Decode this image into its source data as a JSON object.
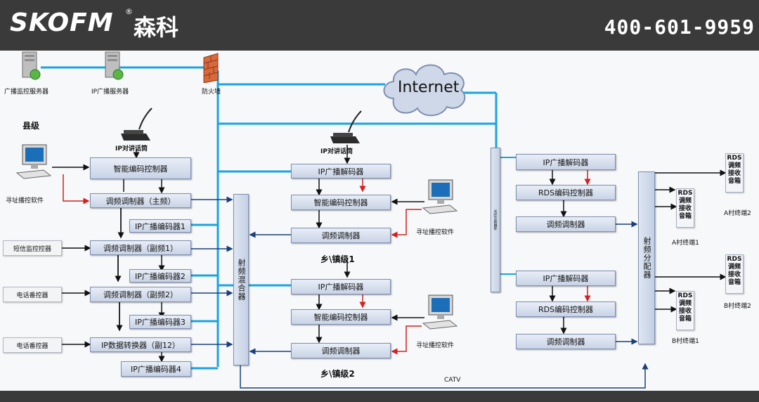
{
  "header": {
    "brand": "SKOFM",
    "brand_cn": "森科",
    "reg_mark": "®",
    "phone": "400-601-9959"
  },
  "labels": {
    "monitor_server": "广播监控服务器",
    "ip_server": "IP广播服务器",
    "firewall": "防火墙",
    "internet": "Internet",
    "county": "县级",
    "mic_1": "IP对讲话筒",
    "mic_2": "IP对讲话筒",
    "software_county": "寻址播控软件",
    "software_town1": "寻址播控软件",
    "software_town2": "寻址播控软件",
    "town1": "乡\\镇级1",
    "town2": "乡\\镇级2",
    "catv": "CATV",
    "terminal_a1": "A村终端1",
    "terminal_a2": "A村终端2",
    "terminal_b1": "B村终端1",
    "terminal_b2": "B村终端2"
  },
  "county_boxes": {
    "smart_encoder": "智能编码控制器",
    "main_modulator": "调频调制器（主频）",
    "encoder1": "IP广播编码器1",
    "sub1_modulator": "调频调制器（副频1）",
    "encoder2": "IP广播编码器2",
    "sub2_modulator": "调频调制器（副频2）",
    "encoder3": "IP广播编码器3",
    "data_converter": "IP数据转换器（副12）",
    "encoder4": "IP广播编码器4"
  },
  "left_inputs": {
    "short_msg": "短信监控控器",
    "phone1": "电话番控器",
    "phone2": "电话番控器"
  },
  "rf_mixer": "射频混合器",
  "switch": "光纤交换器件",
  "rf_splitter": "射频分配器",
  "town1_boxes": {
    "decoder": "IP广播解码器",
    "smart_encoder": "智能编码控制器",
    "modulator": "调频调制器"
  },
  "town2_boxes": {
    "decoder": "IP广播解码器",
    "smart_encoder": "智能编码控制器",
    "modulator": "调频调制器"
  },
  "village_a_boxes": {
    "decoder": "IP广播解码器",
    "rds": "RDS编码控制器",
    "modulator": "调频调制器"
  },
  "village_b_boxes": {
    "decoder": "IP广播解码器",
    "rds": "RDS编码控制器",
    "modulator": "调频调制器"
  },
  "rds_speaker": {
    "line1": "RDS",
    "line2": "调频",
    "line3": "接收",
    "line4": "音箱"
  },
  "colors": {
    "header_bg": "#3a3a3a",
    "line_blue": "#1aa3e0",
    "arrow_red": "#d42020",
    "arrow_dark": "#111111",
    "box_border": "#7f8fb0"
  }
}
